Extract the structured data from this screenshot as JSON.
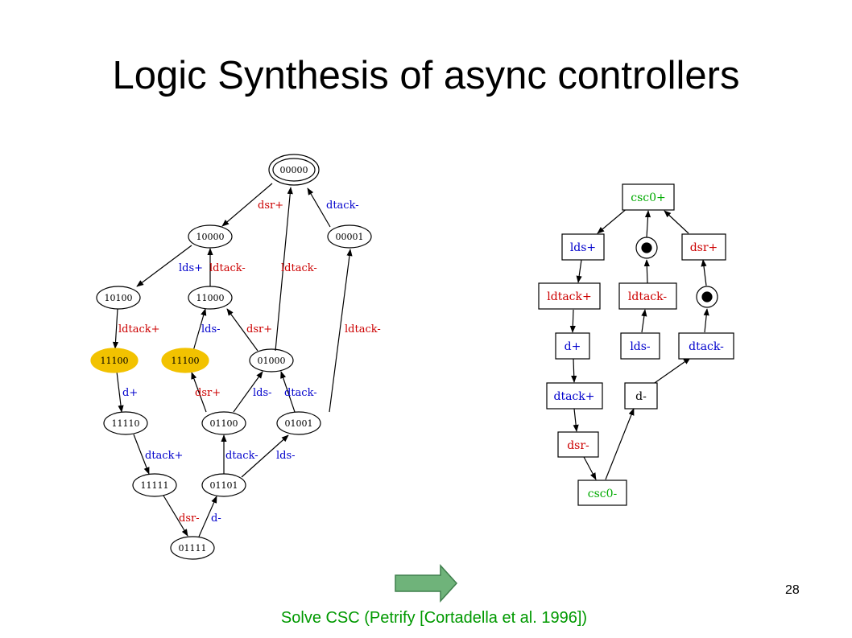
{
  "title": "Logic Synthesis of async controllers",
  "page_number": "28",
  "caption": "Solve CSC (Petrify [Cortadella et al. 1996])",
  "colors": {
    "red": "#cc0000",
    "blue": "#0000cc",
    "green": "#00aa00",
    "highlight": "#f2c200",
    "arrow": "#6fb37a"
  },
  "state_graph": {
    "states": {
      "s00000": "00000",
      "s10000": "10000",
      "s00001": "00001",
      "s10100": "10100",
      "s11000": "11000",
      "s11100a": "11100",
      "s11100b": "11100",
      "s01000": "01000",
      "s11110": "11110",
      "s01100": "01100",
      "s01001": "01001",
      "s11111": "11111",
      "s01101": "01101",
      "s01111": "01111"
    },
    "edge_labels": {
      "dsr_plus_top": "dsr+",
      "dtack_minus_top": "dtack-",
      "lds_plus": "lds+",
      "ldtack_minus_a": "ldtack-",
      "ldtack_minus_b": "ldtack-",
      "ldtack_plus": "ldtack+",
      "lds_minus_a": "lds-",
      "dsr_plus_mid": "dsr+",
      "ldtack_minus_c": "ldtack-",
      "d_plus": "d+",
      "dsr_plus_low": "dsr+",
      "lds_minus_b": "lds-",
      "dtack_minus_mid": "dtack-",
      "dtack_plus": "dtack+",
      "dtack_minus_low": "dtack-",
      "lds_minus_c": "lds-",
      "dsr_minus": "dsr-",
      "d_minus": "d-"
    }
  },
  "petri_net": {
    "transitions": {
      "csc0_plus": "csc0+",
      "lds_plus": "lds+",
      "dsr_plus": "dsr+",
      "ldtack_plus": "ldtack+",
      "ldtack_minus": "ldtack-",
      "d_plus": "d+",
      "lds_minus": "lds-",
      "dtack_minus": "dtack-",
      "dtack_plus": "dtack+",
      "d_minus": "d-",
      "dsr_minus": "dsr-",
      "csc0_minus": "csc0-"
    }
  }
}
